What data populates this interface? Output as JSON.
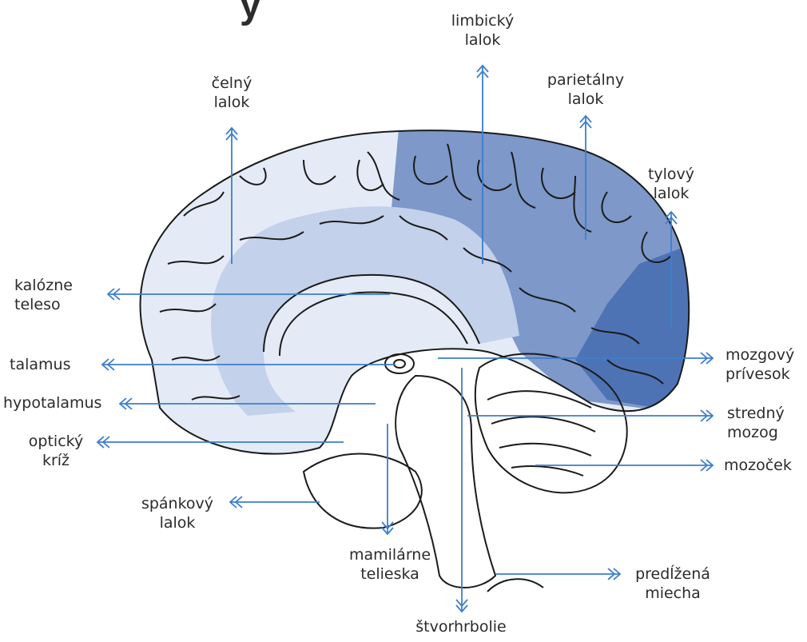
{
  "colors": {
    "frontal": "#e4ebf6",
    "parietal": "#7d98c9",
    "occipital": "#4e73b4",
    "limbic": "#c3d1ea",
    "arrow": "#3d7fcc",
    "outline": "#1b1b1b",
    "heading": "#2c2c2c"
  },
  "title_fragment": "y",
  "labels": {
    "frontal_lobe": [
      "čelný",
      "lalok"
    ],
    "limbic_lobe": [
      "limbický",
      "lalok"
    ],
    "parietal_lobe": [
      "parietálny",
      "lalok"
    ],
    "occipital_lobe": [
      "tylový",
      "lalok"
    ],
    "corpus_callosum": [
      "kalózne",
      "teleso"
    ],
    "thalamus": [
      "talamus"
    ],
    "hypothalamus": [
      "hypotalamus"
    ],
    "optic_chiasm": [
      "optický",
      "kríž"
    ],
    "temporal_lobe": [
      "spánkový",
      "lalok"
    ],
    "mammillary_bodies": [
      "mamilárne",
      "telieska"
    ],
    "quadrigeminal_plate": [
      "štvorhrbolie"
    ],
    "pituitary_gland": [
      "mozgový",
      "prívesok"
    ],
    "midbrain": [
      "stredný",
      "mozog"
    ],
    "cerebellum": [
      "mozoček"
    ],
    "medulla_oblongata": [
      "predĺžená",
      "miecha"
    ]
  }
}
